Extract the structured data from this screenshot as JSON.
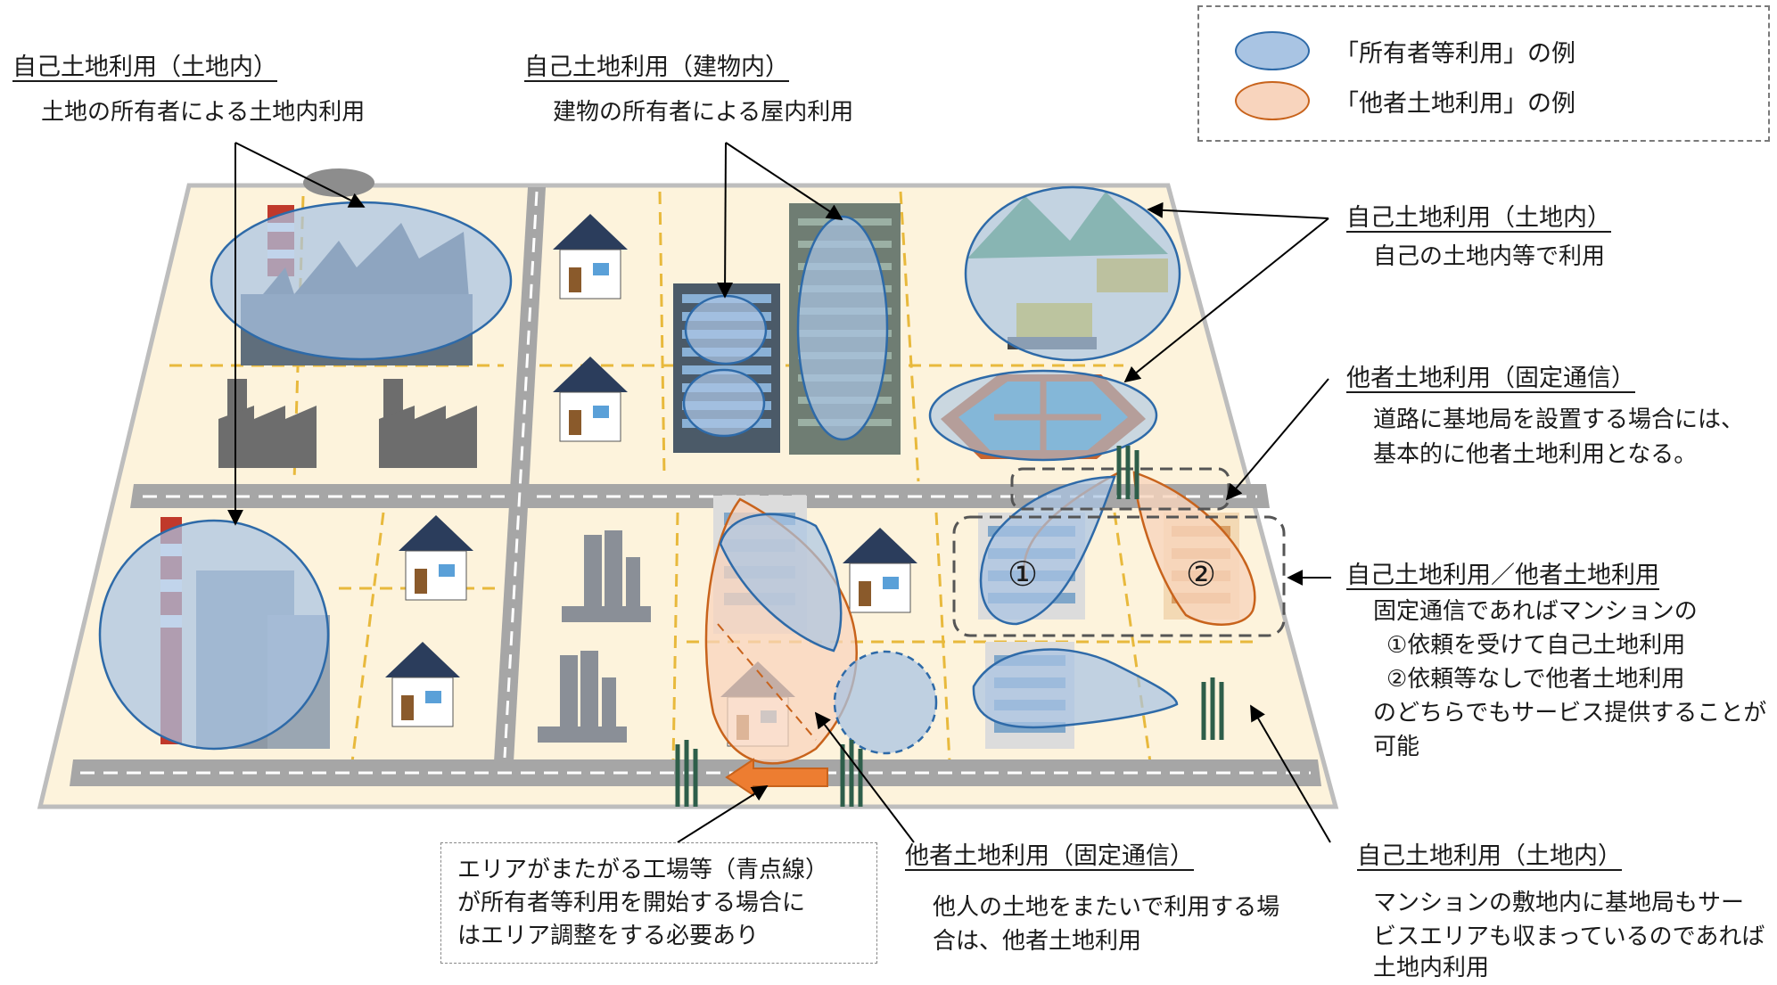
{
  "legend": {
    "owner_use": "「所有者等利用」の例",
    "other_land_use": "「他者土地利用」の例"
  },
  "labels": {
    "tl_title": "自己土地利用（土地内）",
    "tl_desc": "土地の所有者による土地内利用",
    "tm_title": "自己土地利用（建物内）",
    "tm_desc": "建物の所有者による屋内利用",
    "r1_title": "自己土地利用（土地内）",
    "r1_desc": "自己の土地内等で利用",
    "r2_title": "他者土地利用（固定通信）",
    "r2_desc1": "道路に基地局を設置する場合には、",
    "r2_desc2": "基本的に他者土地利用となる。",
    "r3_title": "自己土地利用／他者土地利用",
    "r3_desc1": "固定通信であればマンションの",
    "r3_desc2": "①依頼を受けて自己土地利用",
    "r3_desc3": "②依頼等なしで他者土地利用",
    "r3_desc4": "のどちらでもサービス提供することが",
    "r3_desc5": "可能",
    "b1_desc1": "エリアがまたがる工場等（青点線）",
    "b1_desc2": "が所有者等利用を開始する場合に",
    "b1_desc3": "はエリア調整をする必要あり",
    "b2_title": "他者土地利用（固定通信）",
    "b2_desc1": "他人の土地をまたいで利用する場",
    "b2_desc2": "合は、他者土地利用",
    "b3_title": "自己土地利用（土地内）",
    "b3_desc1": "マンションの敷地内に基地局もサー",
    "b3_desc2": "ビスエリアも収まっているのであれば",
    "b3_desc3": "土地内利用"
  },
  "markers": {
    "one": "①",
    "two": "②"
  },
  "colors": {
    "owner_fill": "#a9c4e3",
    "owner_stroke": "#2e6aa8",
    "other_fill": "#f8d4bd",
    "other_stroke": "#c8631c",
    "ground": "#fdf3dc",
    "road": "#a6a6a6",
    "plot_line": "#e8b93c",
    "arrow_orange": "#ed7d31"
  }
}
